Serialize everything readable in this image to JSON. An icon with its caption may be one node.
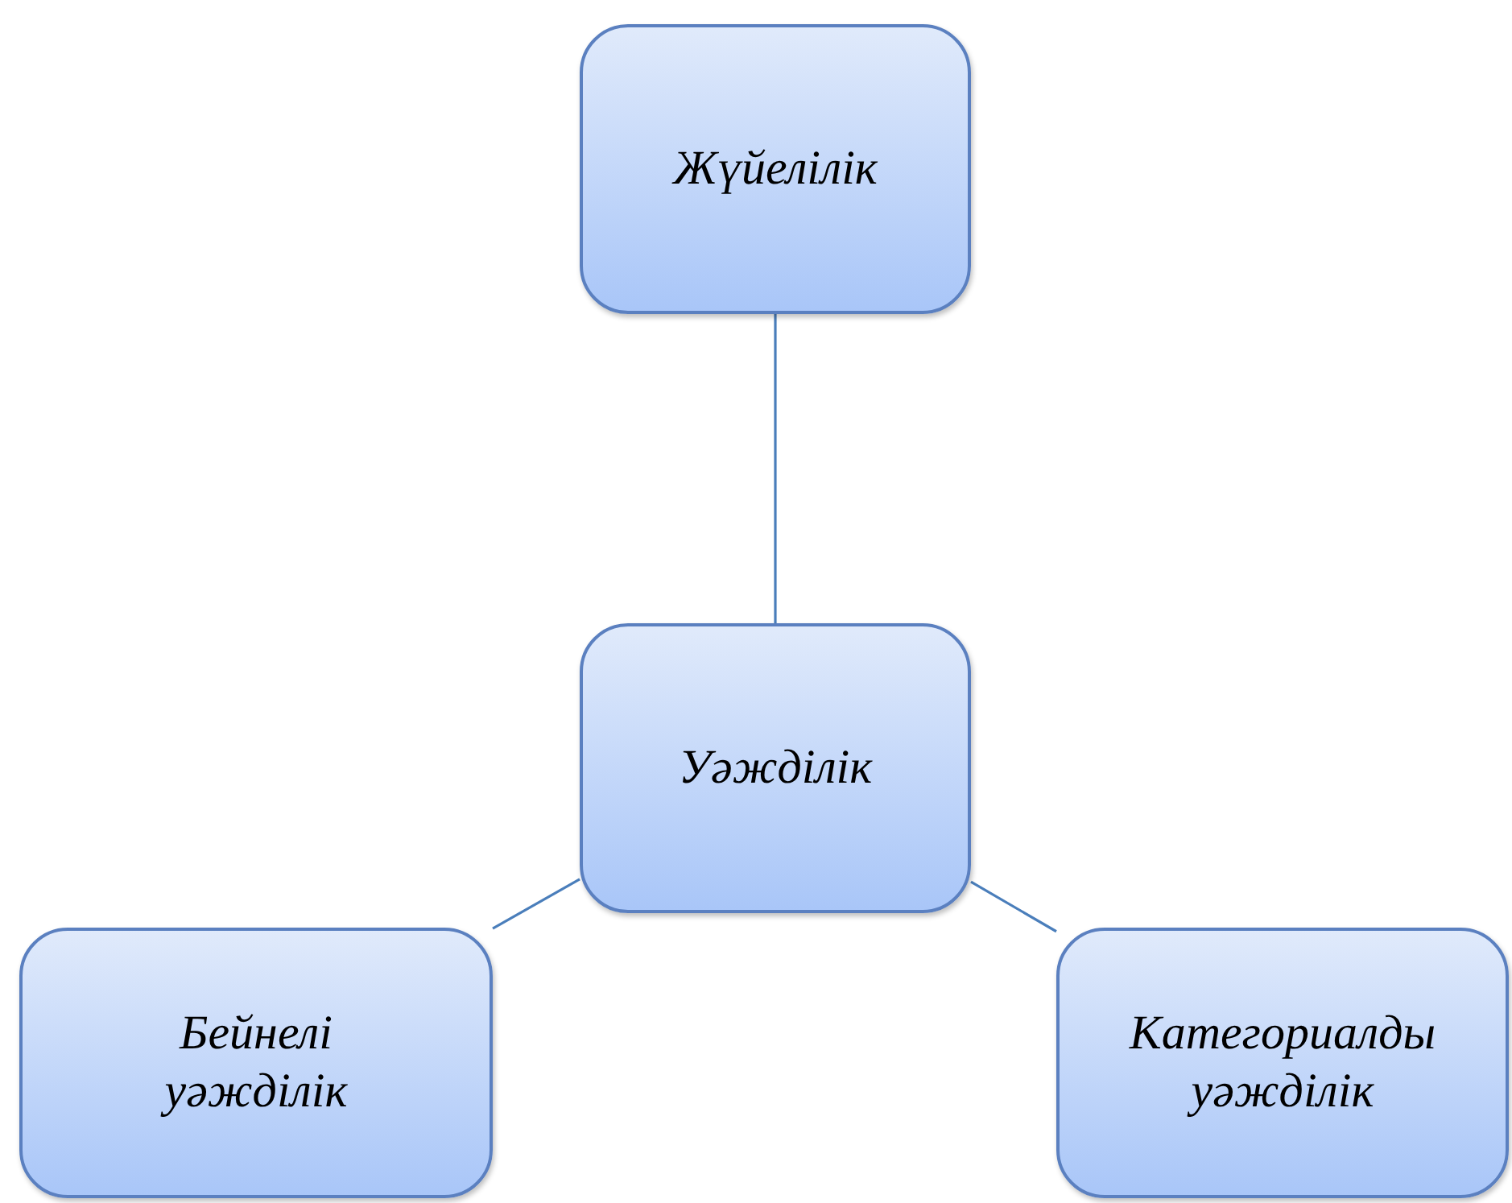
{
  "diagram": {
    "nodes": [
      {
        "text": [
          "Жүйелілік"
        ]
      },
      {
        "text": [
          "Уәжділік"
        ]
      },
      {
        "text": [
          "Бейнелі уәжділік"
        ]
      },
      {
        "text": [
          "Категориалды уәжділік"
        ]
      }
    ],
    "edges": [
      {
        "from": 0,
        "to": 1,
        "arrow": "none"
      },
      {
        "from": 1,
        "to": 2,
        "arrow": "none"
      },
      {
        "from": 1,
        "to": 3,
        "arrow": "none"
      }
    ]
  }
}
